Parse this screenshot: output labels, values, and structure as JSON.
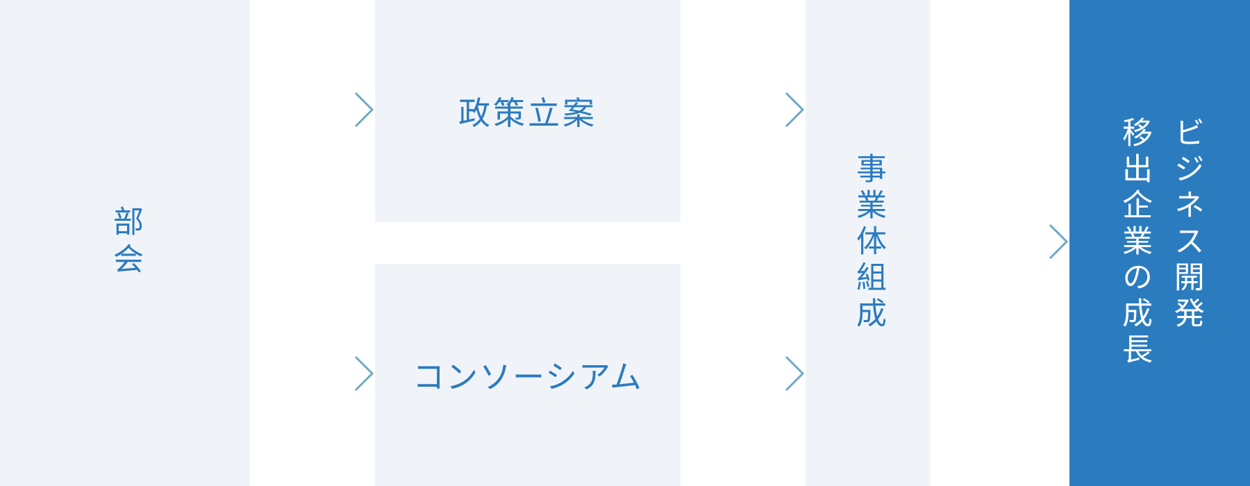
{
  "diagram": {
    "nodes": {
      "bukai": "部会",
      "policy": "政策立案",
      "consortium": "コンソーシアム",
      "business_formation": "事業体組成",
      "growth": "ビジネス開発\n移出企業の成長"
    },
    "edges": [
      {
        "from": "bukai",
        "to": "policy"
      },
      {
        "from": "bukai",
        "to": "consortium"
      },
      {
        "from": "policy",
        "to": "business_formation"
      },
      {
        "from": "consortium",
        "to": "business_formation"
      },
      {
        "from": "business_formation",
        "to": "growth"
      }
    ]
  },
  "colors": {
    "box_background": "#f0f4f8",
    "accent": "#2b7bbf",
    "arrow_start": "#2b7bbf",
    "arrow_end": "#6fa8c4",
    "accent_text": "#ffffff"
  }
}
